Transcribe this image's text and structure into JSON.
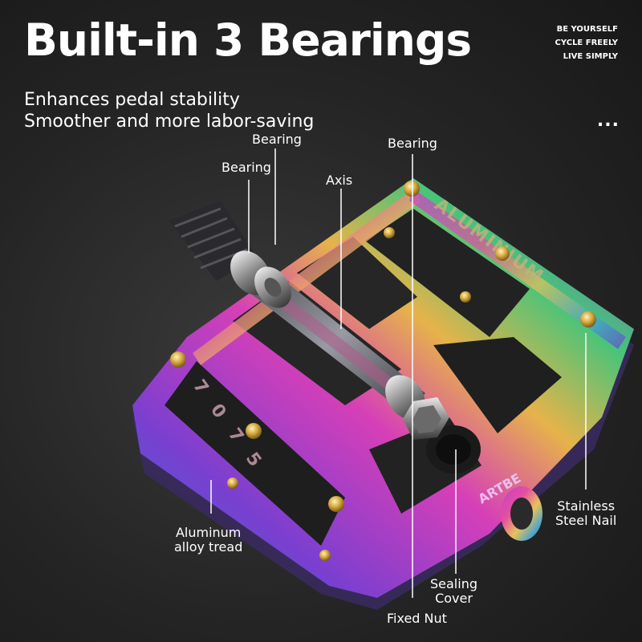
{
  "header": {
    "title": "Built-in 3 Bearings",
    "slogan": [
      "BE YOURSELF",
      "CYCLE FREELY",
      "LIVE SIMPLY"
    ],
    "subtitle": [
      "Enhances pedal stability",
      "Smoother and more labor-saving"
    ],
    "more_label": "..."
  },
  "engravings": {
    "frame_text": "ALUMINIUM",
    "frame_number": "7075",
    "logo": "ARTBE"
  },
  "labels": {
    "bearing_left": "Bearing",
    "bearing_mid": "Bearing",
    "bearing_right": "Bearing",
    "axis": "Axis",
    "aluminum_line1": "Aluminum",
    "aluminum_line2": "alloy tread",
    "steel_line1": "Stainless",
    "steel_line2": "Steel Nail",
    "sealing_line1": "Sealing",
    "sealing_line2": "Cover",
    "fixed_nut": "Fixed Nut"
  },
  "colors": {
    "background": "#242424",
    "text": "#ffffff",
    "iridescent": [
      "#2f6fd6",
      "#7a3fd0",
      "#d63fb8",
      "#e6b34a",
      "#47c47a"
    ]
  }
}
